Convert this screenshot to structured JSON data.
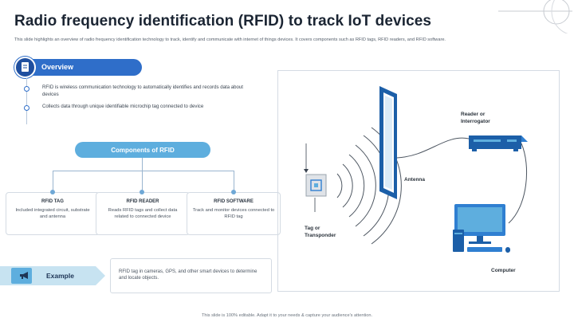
{
  "header": {
    "title": "Radio frequency identification (RFID) to track IoT devices",
    "subtitle": "This slide highlights an overview of radio frequency identification technology to track, identify and communicate with internet of things devices. It covers components such as RFID tags, RFID readers, and RFID software."
  },
  "overview": {
    "label": "Overview",
    "icon": "document-icon",
    "points": [
      "RFID is wireless communication technology to automatically identifies and records data about devices",
      "Collects data through unique identifiable microchip tag connected to device"
    ]
  },
  "components": {
    "label": "Components of RFID",
    "items": [
      {
        "title": "RFID TAG",
        "body": "Included integrated circuit, substrate and antenna"
      },
      {
        "title": "RFID READER",
        "body": "Reads RFID tags and collect data related to connected device"
      },
      {
        "title": "RFID SOFTWARE",
        "body": "Track and monitor devices connected to RFID tag"
      }
    ]
  },
  "example": {
    "label": "Example",
    "icon": "megaphone-icon",
    "text": "RFID tag in cameras, GPS, and other smart devices to determine and locate objects."
  },
  "diagram": {
    "antenna_label": "Antenna",
    "reader_label": "Reader or Interrogator",
    "tag_label": "Tag or Transponder",
    "computer_label": "Computer",
    "colors": {
      "blue": "#2f7fd1",
      "dark_blue": "#1c5fa8",
      "light_blue": "#5eaede"
    }
  },
  "footer": "This slide is 100% editable. Adapt it to your needs & capture your audience's attention."
}
